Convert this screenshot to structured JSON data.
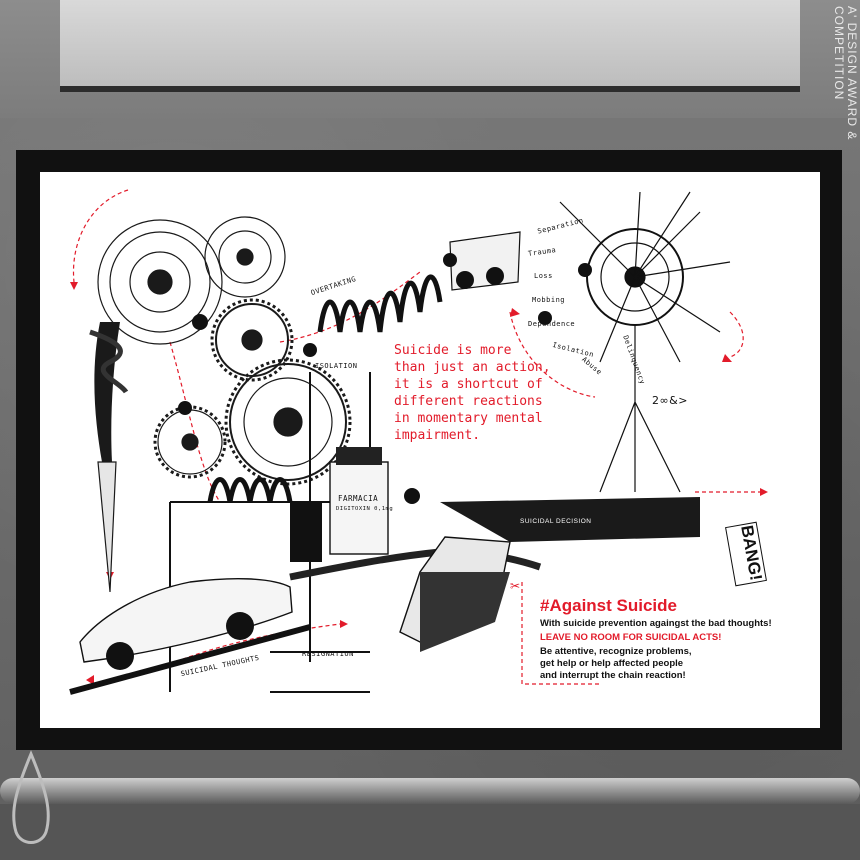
{
  "poster": {
    "headline": "Suicide is more\nthan just an action,\nit is a shortcut of\ndifferent reactions\nin momentary mental\nimpairment.",
    "campaign_title": "#Against Suicide",
    "line_1": "With suicide prevention againgst the bad thoughts!",
    "line_2": "LEAVE NO ROOM FOR SUICIDAL ACTS!",
    "line_3": "Be attentive, recognize problems,",
    "line_4": "get help or help affected people",
    "line_5": "and interrupt the chain reaction!",
    "bang": "BANG!",
    "gun_label": "SUICIDAL DECISION",
    "signature": "2∞&>"
  },
  "labels": {
    "overtaking": "OVERTAKING",
    "isolation": "ISOLATION",
    "resignation": "RESIGNATION",
    "suicidal_thoughts": "SUICIDAL THOUGHTS",
    "pharmacy": "FARMACIA",
    "pharmacy_sub": "DIGITOXIN 0,1mg",
    "fan": [
      "Separation",
      "Trauma",
      "Loss",
      "Mobbing",
      "Dependence",
      "Isolation",
      "Abuse",
      "Delinquency"
    ]
  },
  "watermark": "A' DESIGN AWARD & COMPETITION",
  "colors": {
    "accent_red": "#e21b2a",
    "ink": "#111111",
    "paper": "#ffffff"
  }
}
